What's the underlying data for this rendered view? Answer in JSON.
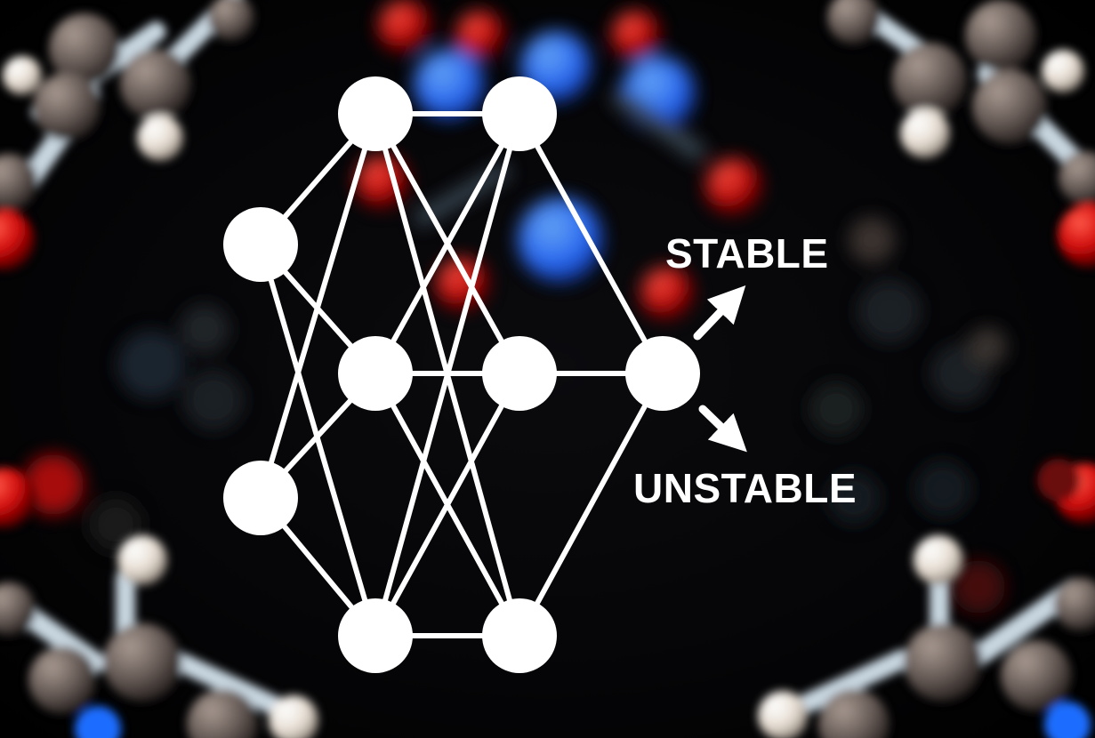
{
  "outputs": {
    "stable": "STABLE",
    "unstable": "UNSTABLE"
  },
  "network": {
    "layers": [
      2,
      3,
      3,
      1
    ],
    "node_color": "#ffffff",
    "edge_color": "#ffffff"
  },
  "background": {
    "description_colors": {
      "carbon": "#6b5f5a",
      "hydrogen": "#e8e3dc",
      "oxygen": "#d10a0a",
      "nitrogen": "#2a7bff",
      "backdrop": "#000000"
    }
  }
}
